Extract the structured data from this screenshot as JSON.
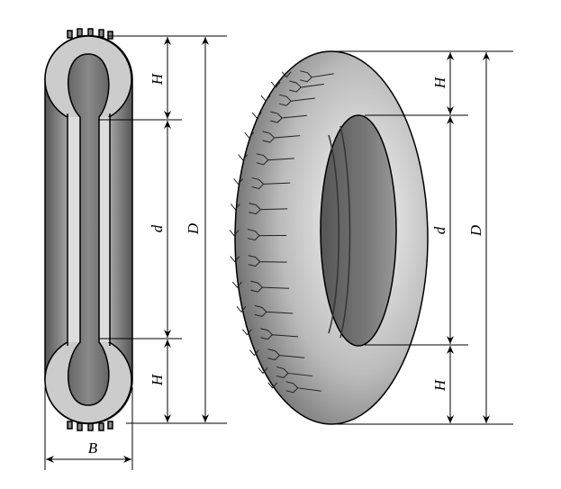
{
  "labels": {
    "height": "H",
    "inner_diameter": "d",
    "outer_diameter": "D",
    "width": "B"
  }
}
